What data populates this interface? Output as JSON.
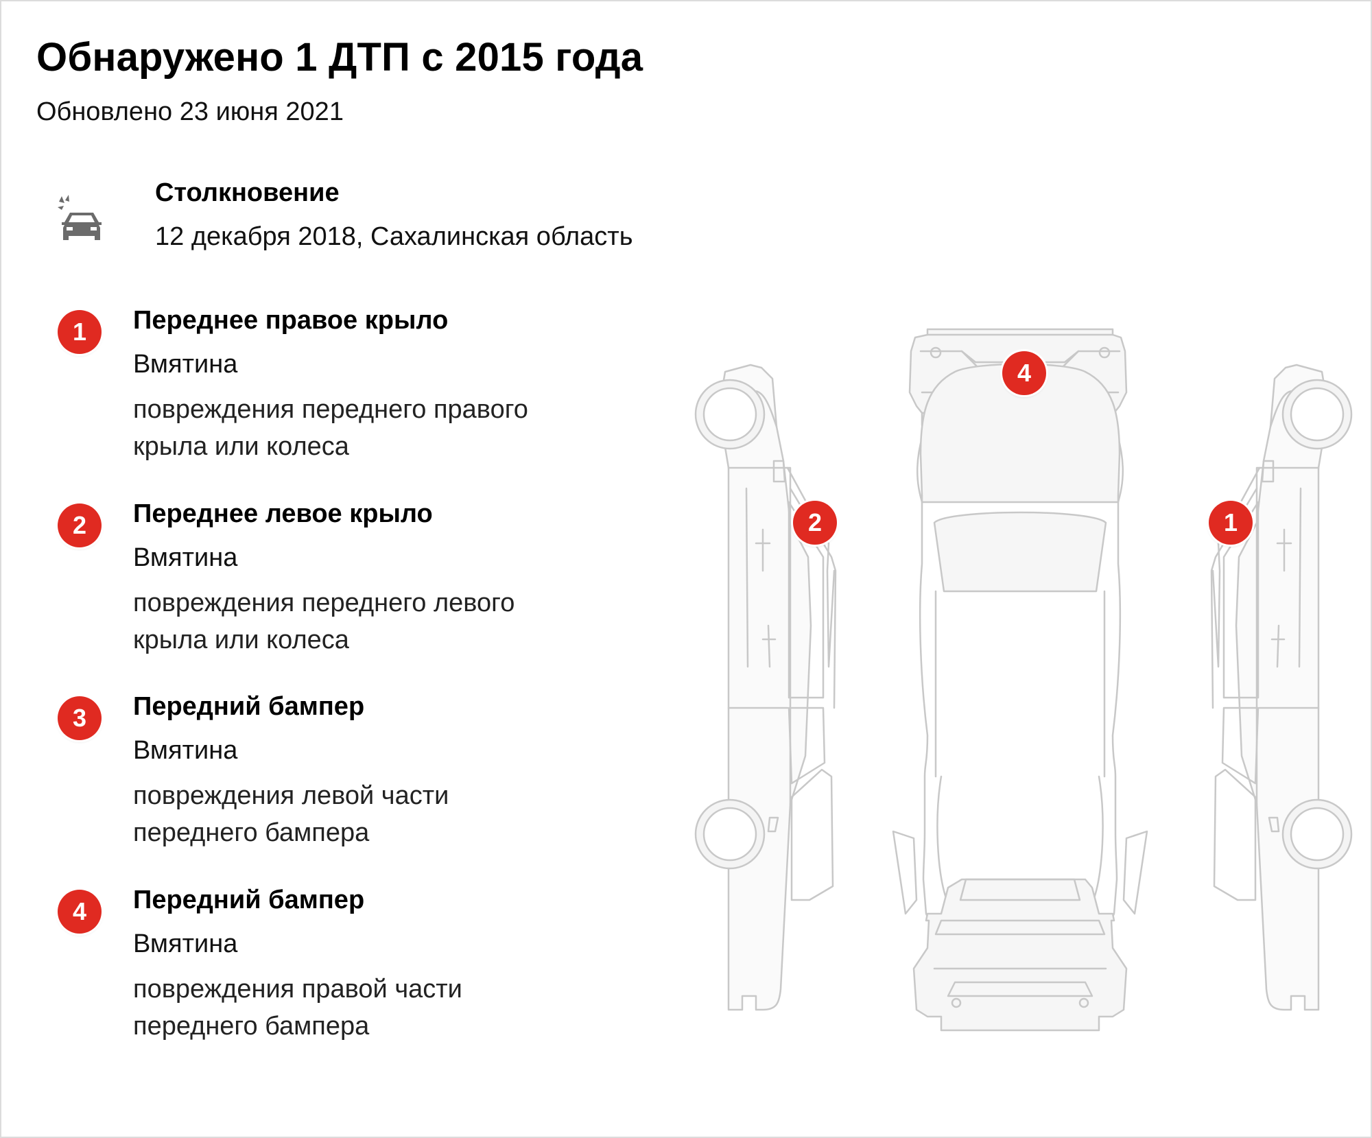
{
  "header": {
    "title": "Обнаружено 1 ДТП с 2015 года",
    "updated": "Обновлено 23 июня 2021"
  },
  "incident": {
    "icon": "car-crash-icon",
    "type": "Столкновение",
    "meta": "12 декабря 2018, Сахалинская область"
  },
  "damages": [
    {
      "num": "1",
      "title": "Переднее правое крыло",
      "type": "Вмятина",
      "desc": "повреждения переднего правого крыла или колеса"
    },
    {
      "num": "2",
      "title": "Переднее левое крыло",
      "type": "Вмятина",
      "desc": "повреждения переднего левого крыла или колеса"
    },
    {
      "num": "3",
      "title": "Передний бампер",
      "type": "Вмятина",
      "desc": "повреждения левой части переднего бампера"
    },
    {
      "num": "4",
      "title": "Передний бампер",
      "type": "Вмятина",
      "desc": "повреждения правой части переднего бампера"
    }
  ],
  "diagram_markers": {
    "m1": "1",
    "m2": "2",
    "m4": "4"
  },
  "colors": {
    "badge": "#e02a21",
    "outline": "#c8c8c8"
  }
}
